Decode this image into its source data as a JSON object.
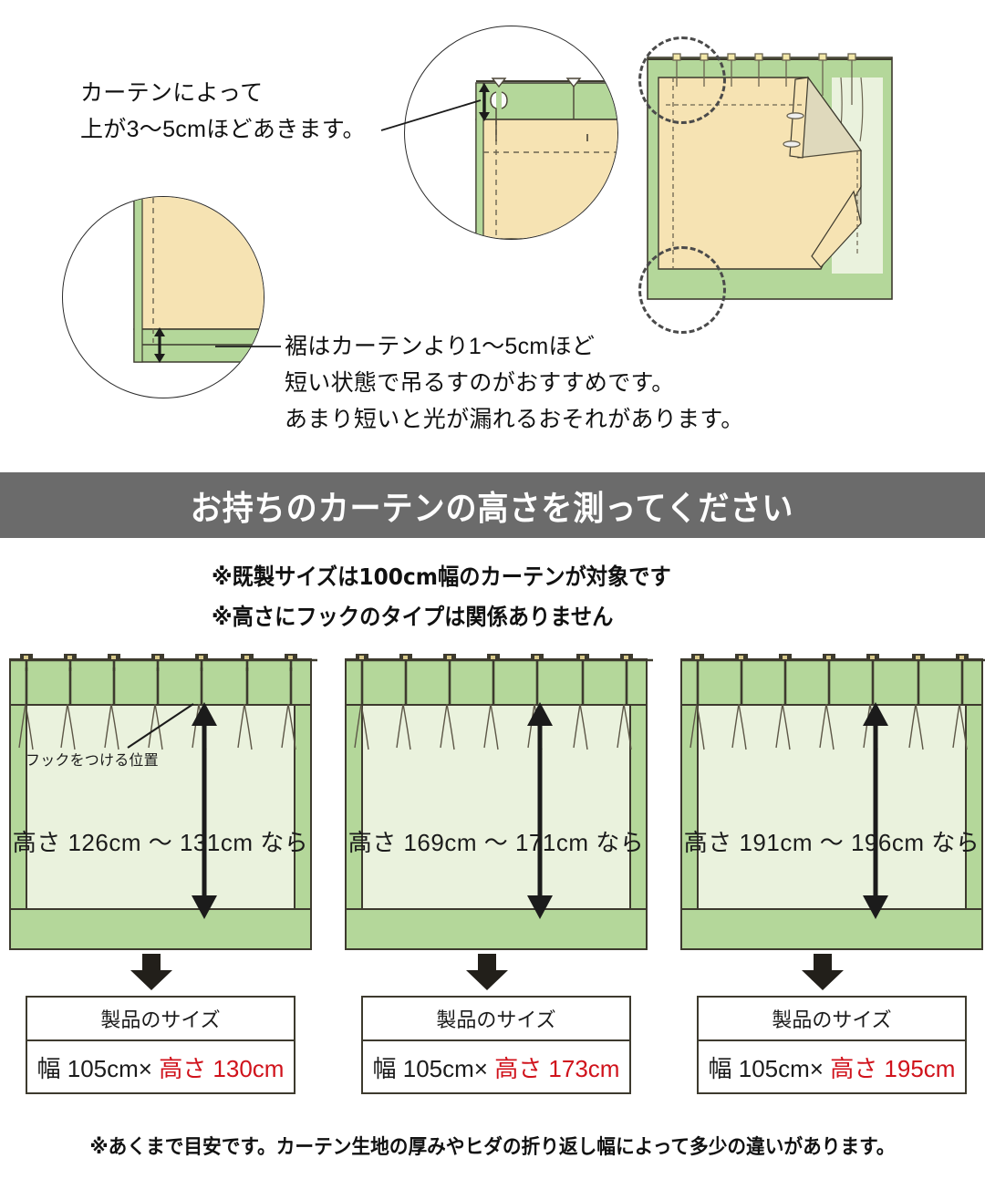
{
  "top_section": {
    "note_top": "カーテンによって\n上が3〜5cmほどあきます。",
    "note_bottom": "裾はカーテンより1〜5cmほど\n短い状態で吊るすのがおすすめです。\nあまり短いと光が漏れるおそれがあります。"
  },
  "banner": {
    "title": "お持ちのカーテンの高さを測ってください"
  },
  "sub_notes": {
    "line1": "※既製サイズは100cm幅のカーテンが対象です",
    "line2": "※高さにフックのタイプは関係ありません"
  },
  "panels": [
    {
      "hook_note": "フックをつける位置",
      "height_label": "高さ 126cm 〜 131cm なら",
      "result_header": "製品のサイズ",
      "result_width": "幅 105cm×",
      "result_height": "高さ 130cm"
    },
    {
      "hook_note": "",
      "height_label": "高さ 169cm 〜 171cm なら",
      "result_header": "製品のサイズ",
      "result_width": "幅 105cm×",
      "result_height": "高さ 173cm"
    },
    {
      "hook_note": "",
      "height_label": "高さ 191cm 〜 196cm なら",
      "result_header": "製品のサイズ",
      "result_width": "幅 105cm×",
      "result_height": "高さ 195cm"
    }
  ],
  "footnote": "※あくまで目安です。カーテン生地の厚みやヒダの折り返し幅によって多少の違いがあります。",
  "colors": {
    "banner_bg": "#6b6b6b",
    "green_band": "#b4d79a",
    "panel_inner": "#eaf2dd",
    "beige_fabric": "#f6e3b3",
    "outline": "#3d3a2e",
    "highlight_red": "#d0121b"
  }
}
